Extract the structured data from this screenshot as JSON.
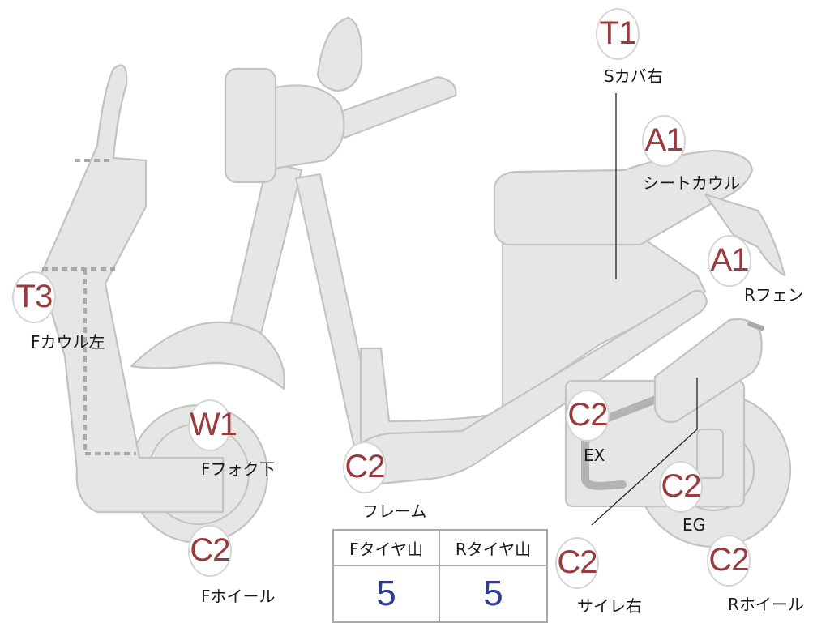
{
  "markers": [
    {
      "id": "t1-s-cover-right",
      "code": "T1",
      "label": "Sカバ右"
    },
    {
      "id": "a1-seat-cowl",
      "code": "A1",
      "label": "シートカウル"
    },
    {
      "id": "a1-r-fender",
      "code": "A1",
      "label": "Rフェン"
    },
    {
      "id": "t3-f-cowl-left",
      "code": "T3",
      "label": "Fカウル左"
    },
    {
      "id": "w1-f-fork-lower",
      "code": "W1",
      "label": "Fフォク下"
    },
    {
      "id": "c2-frame",
      "code": "C2",
      "label": "フレーム"
    },
    {
      "id": "c2-ex",
      "code": "C2",
      "label": "EX"
    },
    {
      "id": "c2-eg",
      "code": "C2",
      "label": "EG"
    },
    {
      "id": "c2-f-wheel",
      "code": "C2",
      "label": "Fホイール"
    },
    {
      "id": "c2-silencer-right",
      "code": "C2",
      "label": "サイレ右"
    },
    {
      "id": "c2-r-wheel",
      "code": "C2",
      "label": "Rホイール"
    }
  ],
  "tread_table": {
    "headers": [
      "Fタイヤ山",
      "Rタイヤ山"
    ],
    "values": [
      "5",
      "5"
    ]
  },
  "colors": {
    "code_text": "#9a3a3c",
    "tread_value": "#2c3e8f",
    "part_fill": "#e6e6e4",
    "part_outline": "#c3c3c0"
  }
}
